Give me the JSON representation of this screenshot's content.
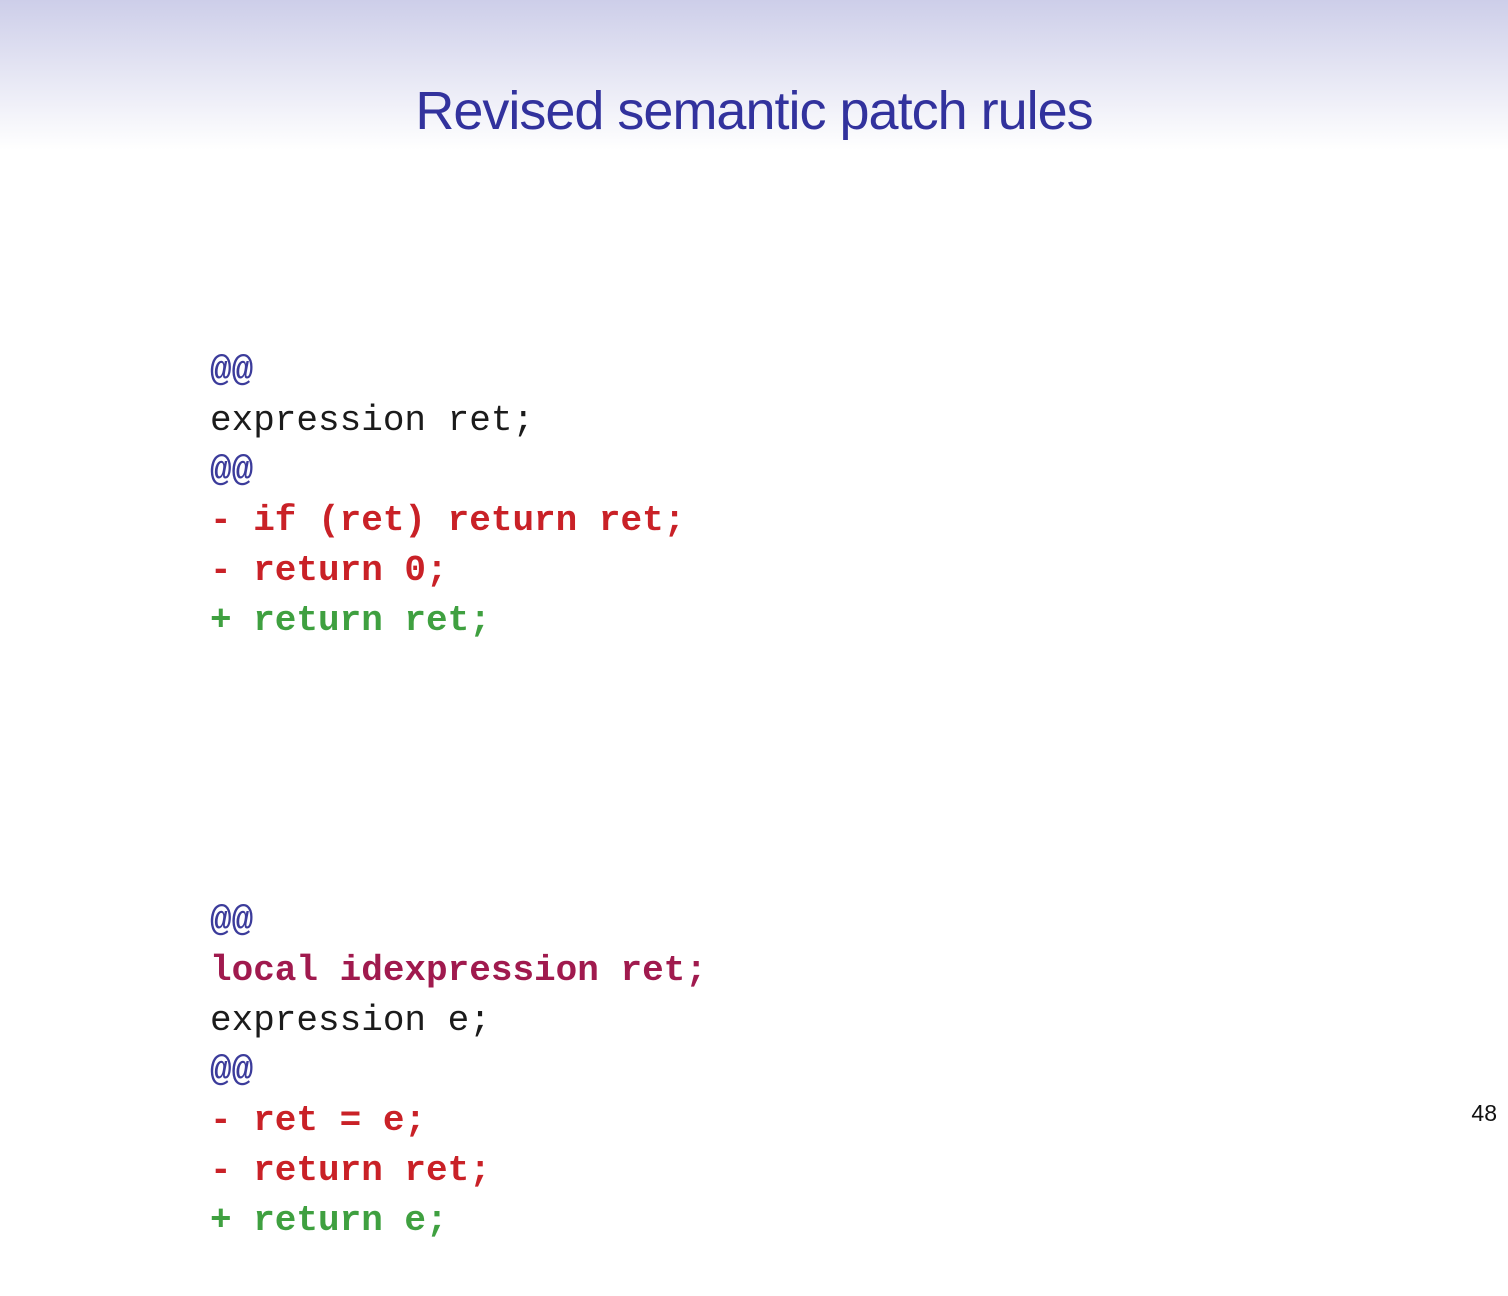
{
  "slide": {
    "title": "Revised semantic patch rules",
    "page_number": "48"
  },
  "colors": {
    "header_gradient_top": "#cdcee9",
    "header_gradient_bottom": "#ffffff",
    "title": "#32329d",
    "at": "#3c3c9b",
    "plain": "#1b1b1b",
    "removed": "#c92127",
    "added": "#3fa040",
    "decl": "#a01a4e"
  },
  "code_blocks": [
    {
      "name": "rule-1",
      "lines": [
        {
          "type": "at",
          "text": "@@"
        },
        {
          "type": "plain",
          "text": "expression ret;"
        },
        {
          "type": "at",
          "text": "@@"
        },
        {
          "type": "removed",
          "text": "- if (ret) return ret;"
        },
        {
          "type": "removed",
          "text": "- return 0;"
        },
        {
          "type": "added",
          "text": "+ return ret;"
        }
      ]
    },
    {
      "name": "rule-2",
      "lines": [
        {
          "type": "at",
          "text": "@@"
        },
        {
          "type": "decl",
          "text": "local idexpression ret;"
        },
        {
          "type": "plain",
          "text": "expression e;"
        },
        {
          "type": "at",
          "text": "@@"
        },
        {
          "type": "removed",
          "text": "- ret = e;"
        },
        {
          "type": "removed",
          "text": "- return ret;"
        },
        {
          "type": "added",
          "text": "+ return e;"
        }
      ]
    }
  ]
}
